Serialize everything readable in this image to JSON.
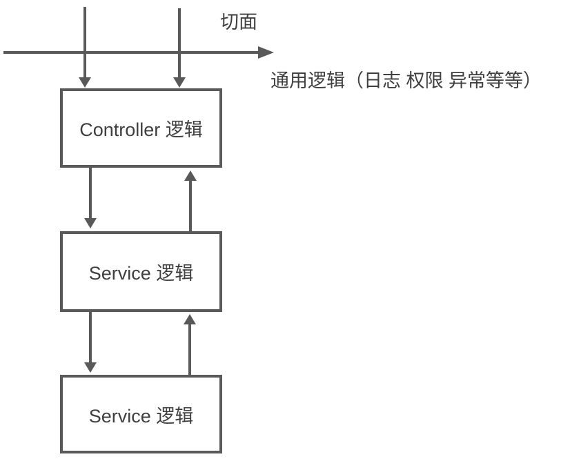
{
  "diagram": {
    "title_hint": "AOP aspect cross-cutting diagram",
    "aspect_label": "切面",
    "common_logic_label": "通用逻辑（日志 权限 异常等等）",
    "boxes": [
      {
        "id": "controller",
        "label": "Controller 逻辑"
      },
      {
        "id": "service-1",
        "label": "Service 逻辑"
      },
      {
        "id": "service-2",
        "label": "Service 逻辑"
      }
    ],
    "arrows": [
      {
        "name": "aspect-line",
        "direction": "right"
      },
      {
        "name": "incoming-request-1",
        "direction": "down"
      },
      {
        "name": "incoming-request-2",
        "direction": "down"
      },
      {
        "name": "controller-to-service",
        "direction": "down"
      },
      {
        "name": "service-to-controller",
        "direction": "up"
      },
      {
        "name": "service-to-service2",
        "direction": "down"
      },
      {
        "name": "service2-to-service",
        "direction": "up"
      }
    ],
    "colors": {
      "line": "#595959",
      "text": "#3f3f3f",
      "background": "#ffffff"
    }
  }
}
